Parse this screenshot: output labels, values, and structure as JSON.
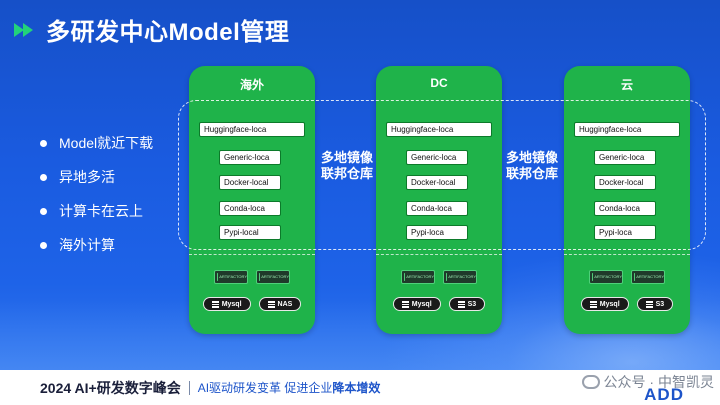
{
  "title": "多研发中心Model管理",
  "bullets": [
    "Model就近下载",
    "异地多活",
    "计算卡在云上",
    "海外计算"
  ],
  "columns": [
    {
      "title": "海外",
      "repos": [
        "Huggingface-loca",
        "Generic-loca",
        "Docker-local",
        "Conda-loca",
        "Pypi-local"
      ],
      "logos": [
        "ARTIFACTORY",
        "ARTIFACTORY"
      ],
      "stores": [
        "Mysql",
        "NAS"
      ]
    },
    {
      "title": "DC",
      "repos": [
        "Huggingface-loca",
        "Generic-loca",
        "Docker-local",
        "Conda-loca",
        "Pypi-loca"
      ],
      "logos": [
        "ARTIFACTORY",
        "ARTIFACTORY"
      ],
      "stores": [
        "Mysql",
        "S3"
      ]
    },
    {
      "title": "云",
      "repos": [
        "Huggingface-loca",
        "Generic-loca",
        "Docker-local",
        "Conda-loca",
        "Pypi-loca"
      ],
      "logos": [
        "ARTIFACTORY",
        "ARTIFACTORY"
      ],
      "stores": [
        "Mysql",
        "S3"
      ]
    }
  ],
  "mirror_labels": [
    {
      "line1": "多地镜像",
      "line2": "联邦仓库"
    },
    {
      "line1": "多地镜像",
      "line2": "联邦仓库"
    }
  ],
  "footer": {
    "title": "2024 AI+研发数字峰会",
    "sub_prefix": "AI驱动研发变革  促进企业",
    "sub_bold": "降本增效"
  },
  "watermark": {
    "text": "公众号 · 中智凯灵",
    "logo": "ADD"
  },
  "colors": {
    "background": "#1a5be0",
    "column": "#1fb34a",
    "accent": "#22d37a",
    "footer_text": "#1d54c9"
  }
}
